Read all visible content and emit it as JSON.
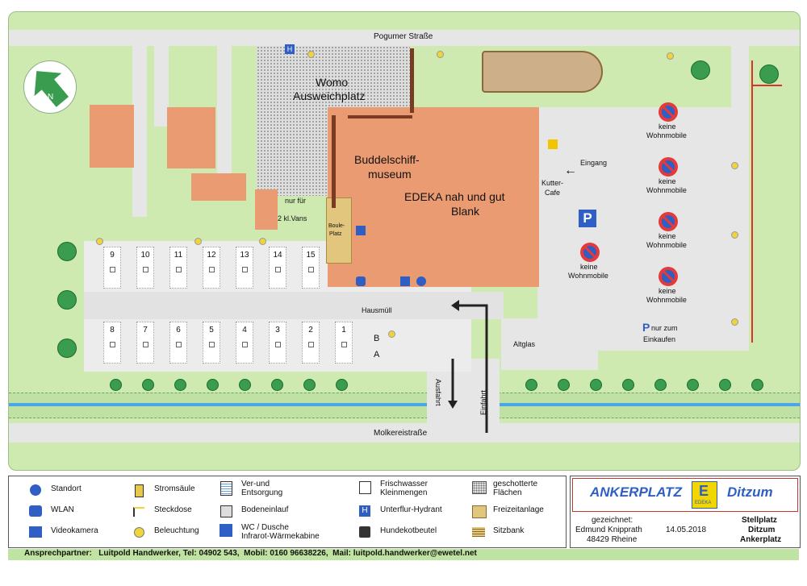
{
  "streets": {
    "north": "Pogumer Straße",
    "south": "Molkereistraße",
    "ausfahrt": "Ausfahrt",
    "einfahrt": "Einfahrt"
  },
  "compass": {
    "letter": "N"
  },
  "areas": {
    "womo_line1": "Womo",
    "womo_line2": "Ausweichplatz",
    "museum_line1": "Buddelschiff-",
    "museum_line2": "museum",
    "edeka_line1": "EDEKA nah und gut",
    "edeka_line2": "Blank",
    "vans_line1": "nur für",
    "vans_line2": "2 kl.Vans",
    "boule_line1": "Boule-",
    "boule_line2": "Platz",
    "kutter_line1": "Kutter-",
    "kutter_line2": "Cafe",
    "eingang": "Eingang",
    "hausmuell": "Hausmüll",
    "altglas": "Altglas",
    "lane_a": "A",
    "lane_b": "B",
    "p_letter": "P",
    "p_nur": "nur zum",
    "p_einkaufen": "Einkaufen"
  },
  "no_signs": {
    "line1": "keine",
    "line2": "Wohnmobile"
  },
  "spots_top": [
    "9",
    "10",
    "11",
    "12",
    "13",
    "14",
    "15"
  ],
  "spots_bottom": [
    "8",
    "7",
    "6",
    "5",
    "4",
    "3",
    "2",
    "1"
  ],
  "legend": {
    "standort": "Standort",
    "wlan": "WLAN",
    "videokamera": "Videokamera",
    "stromsaeule": "Stromsäule",
    "steckdose": "Steckdose",
    "beleuchtung": "Beleuchtung",
    "ver_line1": "Ver-und",
    "ver_line2": "Entsorgung",
    "bodeneinlauf": "Bodeneinlauf",
    "wc_line1": "WC / Dusche",
    "wc_line2": "Infrarot-Wärmekabine",
    "frisch_line1": "Frischwasser",
    "frisch_line2": "Kleinmengen",
    "hydrant": "Unterflur-Hydrant",
    "hundekot": "Hundekotbeutel",
    "geschottert_line1": "geschotterte",
    "geschottert_line2": "Flächen",
    "freizeit": "Freizeitanlage",
    "sitzbank": "Sitzbank"
  },
  "logos": {
    "ankerplatz": "ANKERPLATZ",
    "edeka_letter": "E",
    "edeka_word": "EDEKA",
    "ditzum": "Ditzum"
  },
  "credits": {
    "gezeichnet": "gezeichnet:",
    "name": "Edmund Knipprath",
    "city": "48429 Rheine",
    "date": "14.05.2018",
    "title1": "Stellplatz",
    "title2": "Ditzum",
    "title3": "Ankerplatz"
  },
  "contact": "Ansprechpartner:   Luitpold Handwerker, Tel: 04902 543,  Mobil: 0160 96638226,  Mail: luitpold.handwerker@ewetel.net",
  "colors": {
    "grass": "#cfeab0",
    "road": "#e6e6e6",
    "building": "#eb9b72",
    "water": "#4aa6e8",
    "blue_sign": "#2f5fc4",
    "red": "#d9342b"
  }
}
